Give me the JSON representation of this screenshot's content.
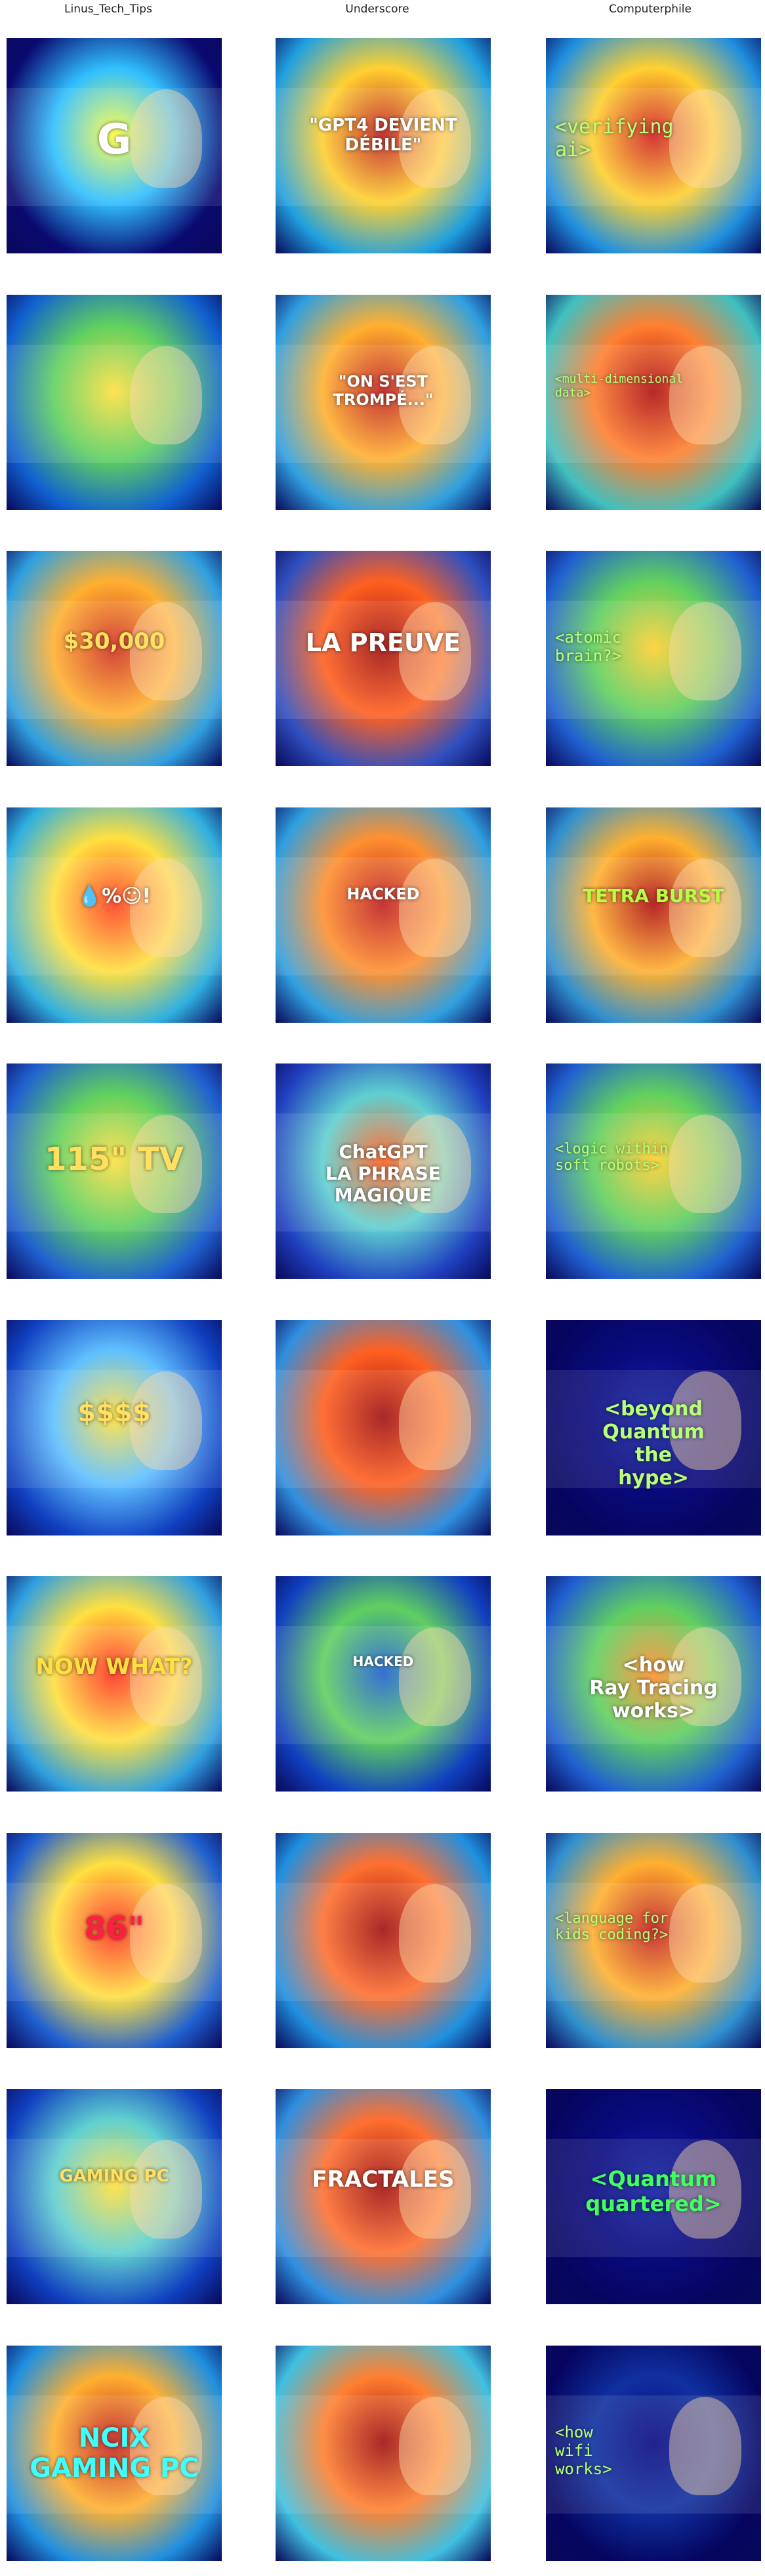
{
  "columns": [
    "Linus_Tech_Tips",
    "Underscore",
    "Computerphile"
  ],
  "grid": [
    [
      {
        "caption": "G",
        "mono": false,
        "size": 64,
        "color": "#ffffff",
        "heat": [
          "#ffff40",
          "#30c0ff",
          "#0a0a70"
        ]
      },
      {
        "caption": "\"GPT4 DEVIENT\nDÉBILE\"",
        "mono": false,
        "size": 26,
        "color": "#ffffff",
        "heat": [
          "#c02020",
          "#ffd030",
          "#20a0e0"
        ]
      },
      {
        "caption": "<verifying\nai>",
        "mono": true,
        "size": 30,
        "color": "#b6ff7a",
        "heat": [
          "#d02020",
          "#ffd030",
          "#2090e0"
        ]
      }
    ],
    [
      {
        "caption": "",
        "mono": false,
        "size": 28,
        "color": "#ffffff",
        "heat": [
          "#ffe040",
          "#60d060",
          "#1060d0"
        ]
      },
      {
        "caption": "\"ON S'EST\nTROMPÉ...\"",
        "mono": false,
        "size": 24,
        "color": "#ffffff",
        "heat": [
          "#c02020",
          "#ffb030",
          "#30a0e0"
        ]
      },
      {
        "caption": "<multi-dimensional\ndata>",
        "mono": true,
        "size": 18,
        "color": "#b6ff7a",
        "heat": [
          "#b01010",
          "#ff8030",
          "#40c0c0"
        ]
      }
    ],
    [
      {
        "caption": "$30,000",
        "mono": false,
        "size": 34,
        "color": "#ffe060",
        "heat": [
          "#d03020",
          "#ffb030",
          "#30a0e0"
        ]
      },
      {
        "caption": "LA PREUVE",
        "mono": false,
        "size": 38,
        "color": "#ffffff",
        "heat": [
          "#a01010",
          "#ff6020",
          "#3050c0"
        ]
      },
      {
        "caption": "<atomic\nbrain?>",
        "mono": true,
        "size": 24,
        "color": "#b6ff7a",
        "heat": [
          "#ffd030",
          "#60d060",
          "#2060d0"
        ]
      }
    ],
    [
      {
        "caption": "💧%☺!",
        "mono": false,
        "size": 30,
        "color": "#ffffff",
        "heat": [
          "#ff4020",
          "#ffe040",
          "#30b0e0"
        ]
      },
      {
        "caption": "HACKED",
        "mono": false,
        "size": 24,
        "color": "#ffffff",
        "heat": [
          "#c02020",
          "#ff9030",
          "#30a0e0"
        ]
      },
      {
        "caption": "TETRA BURST",
        "mono": false,
        "size": 28,
        "color": "#b6ff40",
        "heat": [
          "#b01010",
          "#ffb030",
          "#3090d0"
        ]
      }
    ],
    [
      {
        "caption": "115\" TV",
        "mono": false,
        "size": 48,
        "color": "#ffe060",
        "heat": [
          "#ffe040",
          "#60d060",
          "#2060d0"
        ]
      },
      {
        "caption": "ChatGPT\nLA PHRASE\nMAGIQUE",
        "mono": false,
        "size": 28,
        "color": "#ffffff",
        "heat": [
          "#ff6020",
          "#60d0d0",
          "#2040c0"
        ]
      },
      {
        "caption": "<logic within\nsoft robots>",
        "mono": true,
        "size": 22,
        "color": "#b6ff7a",
        "heat": [
          "#ffd030",
          "#60d060",
          "#2060d0"
        ]
      }
    ],
    [
      {
        "caption": "$$$$",
        "mono": false,
        "size": 40,
        "color": "#ffe060",
        "heat": [
          "#ffe040",
          "#60c0ff",
          "#1040c0"
        ]
      },
      {
        "caption": "",
        "mono": false,
        "size": 28,
        "color": "#ffffff",
        "heat": [
          "#a01010",
          "#ff6020",
          "#3090e0"
        ]
      },
      {
        "caption": "<beyond\nQuantum\nthe\nhype>",
        "mono": false,
        "size": 30,
        "color": "#b6ff7a",
        "heat": [
          "#1020a0",
          "#0a0a80",
          "#050560"
        ]
      }
    ],
    [
      {
        "caption": "NOW WHAT?",
        "mono": false,
        "size": 34,
        "color": "#ffe040",
        "heat": [
          "#ff3020",
          "#ffe040",
          "#30a0e0"
        ]
      },
      {
        "caption": "HACKED",
        "mono": false,
        "size": 20,
        "color": "#ffffff",
        "heat": [
          "#2060d0",
          "#60d060",
          "#1040c0"
        ]
      },
      {
        "caption": "<how\nRay Tracing\nworks>",
        "mono": false,
        "size": 30,
        "color": "#ffffff",
        "heat": [
          "#ff9030",
          "#60d060",
          "#2060d0"
        ]
      }
    ],
    [
      {
        "caption": "86\"",
        "mono": false,
        "size": 48,
        "color": "#ff2040",
        "heat": [
          "#ff3020",
          "#ffe040",
          "#2060d0"
        ]
      },
      {
        "caption": "",
        "mono": false,
        "size": 28,
        "color": "#ffffff",
        "heat": [
          "#a01010",
          "#ff7030",
          "#2090e0"
        ]
      },
      {
        "caption": "<language for\nkids coding?>",
        "mono": true,
        "size": 22,
        "color": "#b6ff7a",
        "heat": [
          "#c02020",
          "#ffb030",
          "#3090d0"
        ]
      }
    ],
    [
      {
        "caption": "GAMING PC",
        "mono": false,
        "size": 26,
        "color": "#ffe060",
        "heat": [
          "#ffe040",
          "#60d0d0",
          "#1040c0"
        ]
      },
      {
        "caption": "FRACTALES",
        "mono": false,
        "size": 34,
        "color": "#ffffff",
        "heat": [
          "#a01010",
          "#ff7030",
          "#3090e0"
        ]
      },
      {
        "caption": "<Quantum\nquartered>",
        "mono": false,
        "size": 32,
        "color": "#40ff60",
        "heat": [
          "#1020a0",
          "#0a0a80",
          "#050560"
        ]
      }
    ],
    [
      {
        "caption": "NCIX\nGAMING PC",
        "mono": false,
        "size": 40,
        "color": "#40ffff",
        "heat": [
          "#c02020",
          "#ffb030",
          "#2090e0"
        ]
      },
      {
        "caption": "",
        "mono": false,
        "size": 28,
        "color": "#ffffff",
        "heat": [
          "#a01010",
          "#ff8030",
          "#40c0e0"
        ]
      },
      {
        "caption": "<how\nwifi\nworks>",
        "mono": true,
        "size": 24,
        "color": "#b6ff7a",
        "heat": [
          "#0a0a80",
          "#1030a0",
          "#050560"
        ]
      }
    ]
  ]
}
